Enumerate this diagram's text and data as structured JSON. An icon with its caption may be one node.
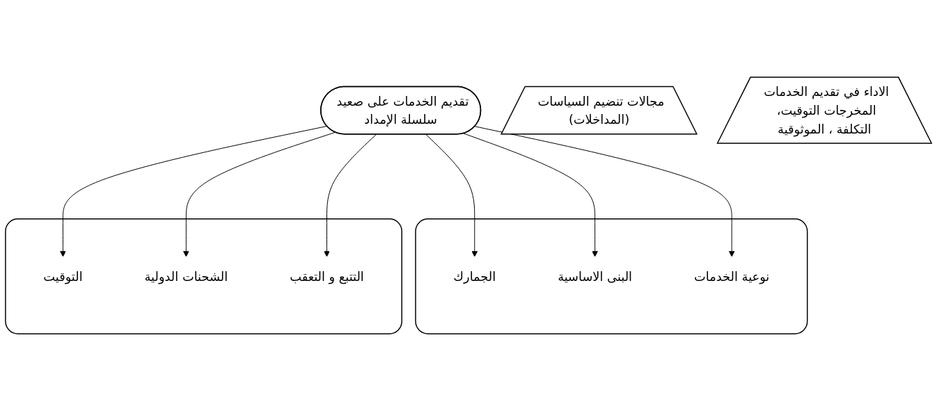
{
  "diagram": {
    "nodes": [
      {
        "text": [],
        "shape": "box"
      },
      {
        "text": [
          "الجمارك"
        ],
        "in": 0
      },
      {
        "text": [
          "البنى الاساسية"
        ],
        "in": 0
      },
      {
        "text": [
          "نوعية الخدمات"
        ],
        "in": 0
      },
      {
        "text": [
          "تقديم الخدمات على صعيد سلسلة الإمداد"
        ]
      },
      {
        "text": [],
        "shape": "box"
      },
      {
        "text": [
          "التوقيت"
        ],
        "in": 5
      },
      {
        "text": [
          "الشحنات الدولية"
        ],
        "in": 5
      },
      {
        "text": [
          "التتبع و التعقب"
        ],
        "in": 5
      },
      {
        "text": [
          "مجالات تنضيم السياسات (المداخلات)"
        ]
      },
      {
        "text": [
          "الاداء في تقديم الخدمات المخرجات التوقيت، التكلفة ، الموثوقية"
        ]
      }
    ],
    "edges": [
      {
        "from": 4,
        "to": 1,
        "arrow": "to"
      },
      {
        "from": 4,
        "to": 2,
        "arrow": "to"
      },
      {
        "from": 4,
        "to": 3,
        "arrow": "to"
      },
      {
        "from": 4,
        "to": 6,
        "arrow": "to"
      },
      {
        "from": 4,
        "to": 7,
        "arrow": "to"
      },
      {
        "from": 4,
        "to": 8,
        "arrow": "to"
      }
    ]
  }
}
